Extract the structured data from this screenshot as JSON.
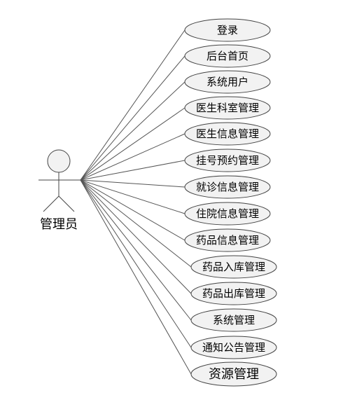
{
  "actor": {
    "label": "管理员"
  },
  "use_cases": [
    {
      "id": "login",
      "label": "登录"
    },
    {
      "id": "admin-home",
      "label": "后台首页"
    },
    {
      "id": "system-users",
      "label": "系统用户"
    },
    {
      "id": "department-mgmt",
      "label": "医生科室管理"
    },
    {
      "id": "doctor-info-mgmt",
      "label": "医生信息管理"
    },
    {
      "id": "appointment-mgmt",
      "label": "挂号预约管理"
    },
    {
      "id": "visit-info-mgmt",
      "label": "就诊信息管理"
    },
    {
      "id": "inpatient-info-mgmt",
      "label": "住院信息管理"
    },
    {
      "id": "drug-info-mgmt",
      "label": "药品信息管理"
    },
    {
      "id": "drug-stock-in-mgmt",
      "label": "药品入库管理"
    },
    {
      "id": "drug-stock-out-mgmt",
      "label": "药品出库管理"
    },
    {
      "id": "system-mgmt",
      "label": "系统管理"
    },
    {
      "id": "notice-mgmt",
      "label": "通知公告管理"
    },
    {
      "id": "resource-mgmt",
      "label": "资源管理"
    }
  ]
}
